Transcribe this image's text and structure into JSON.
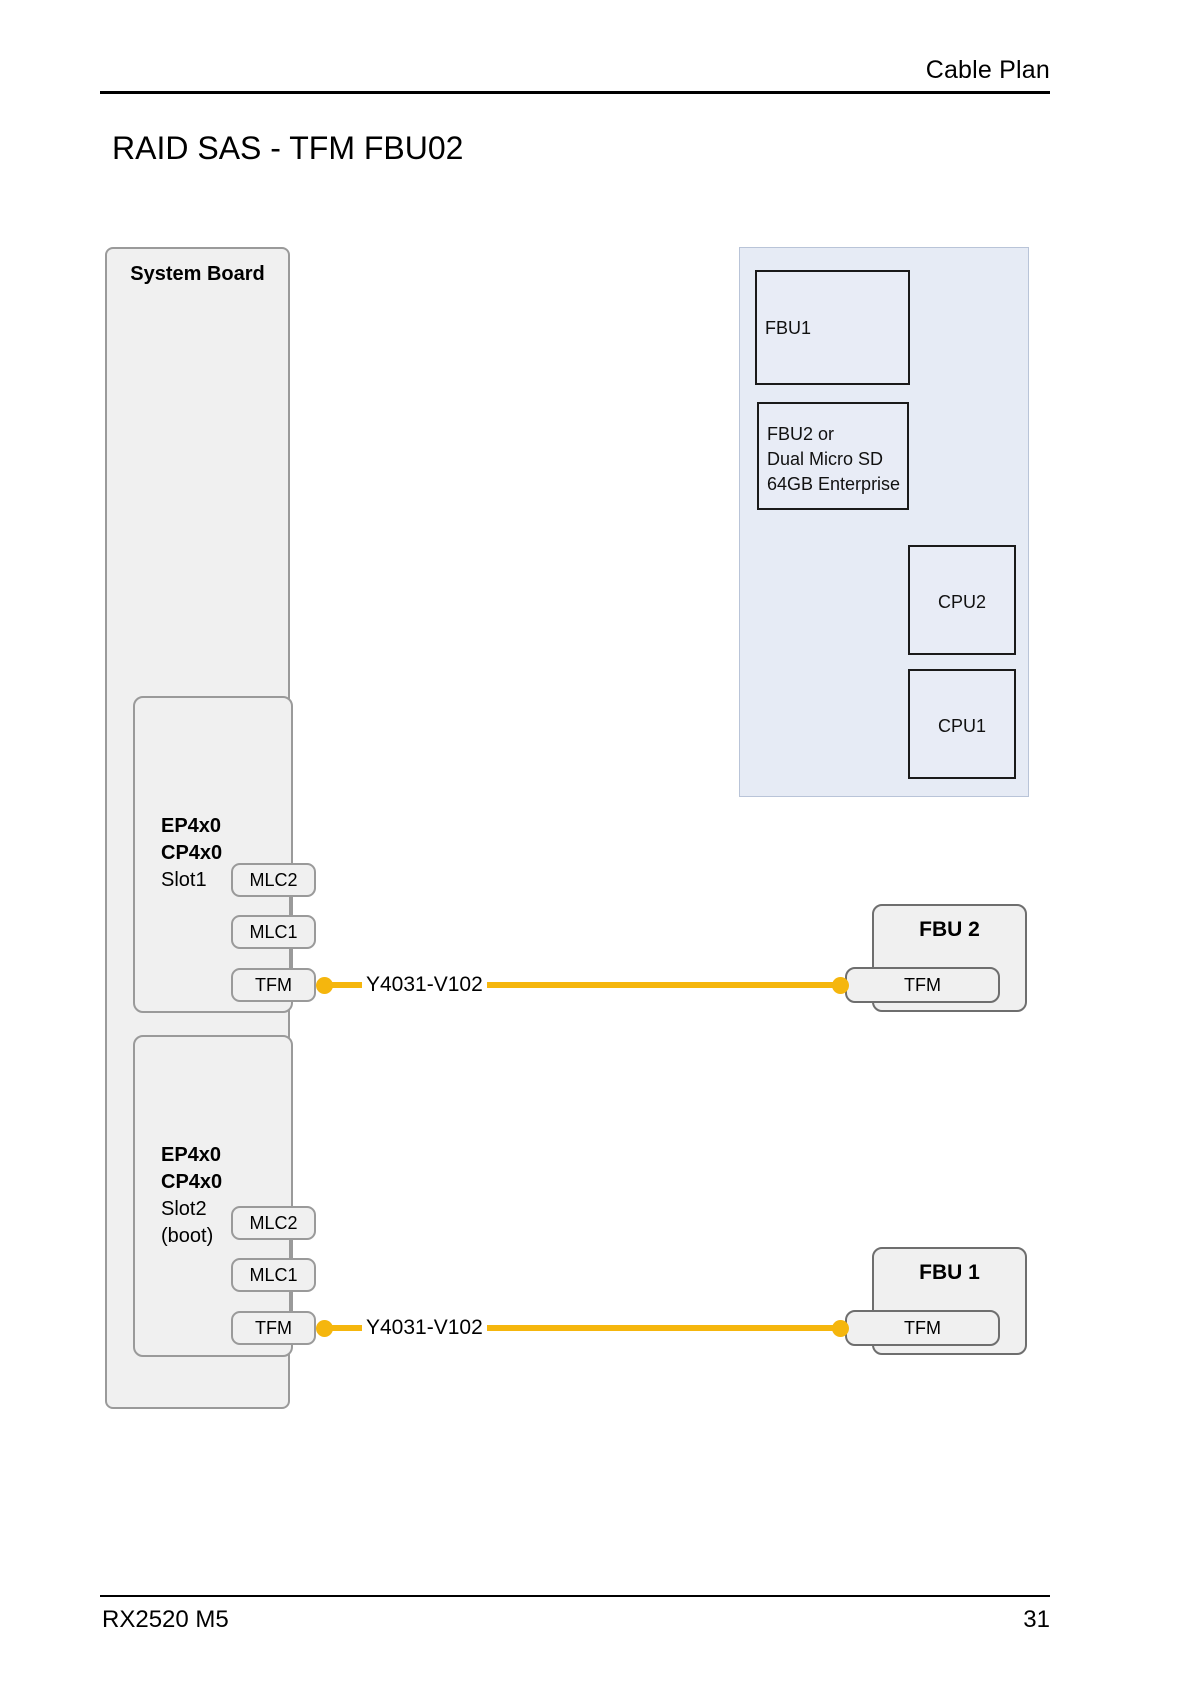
{
  "header": {
    "title": "Cable Plan"
  },
  "page_title": "RAID SAS - TFM FBU02",
  "footer": {
    "left": "RX2520 M5",
    "page_number": "31"
  },
  "system_board": {
    "title": "System Board",
    "slots": [
      {
        "id": "slot1",
        "line1": "EP4x0",
        "line2": "CP4x0",
        "line3": "Slot1",
        "line4": "",
        "ports": [
          "MLC2",
          "MLC1",
          "TFM"
        ]
      },
      {
        "id": "slot2",
        "line1": "EP4x0",
        "line2": "CP4x0",
        "line3": "Slot2",
        "line4": "(boot)",
        "ports": [
          "MLC2",
          "MLC1",
          "TFM"
        ]
      }
    ]
  },
  "enclosure": {
    "boxes": [
      {
        "id": "fbu1-bay",
        "label": "FBU1"
      },
      {
        "id": "fbu2-bay",
        "label": "FBU2 or\nDual Micro SD\n64GB Enterprise"
      },
      {
        "id": "cpu2",
        "label": "CPU2"
      },
      {
        "id": "cpu1",
        "label": "CPU1"
      }
    ]
  },
  "fbu_modules": [
    {
      "id": "fbu-2",
      "title": "FBU 2",
      "port": "TFM"
    },
    {
      "id": "fbu-1",
      "title": "FBU 1",
      "port": "TFM"
    }
  ],
  "cables": [
    {
      "id": "cable-top",
      "label": "Y4031-V102",
      "color": "#f5b60d"
    },
    {
      "id": "cable-bottom",
      "label": "Y4031-V102",
      "color": "#f5b60d"
    }
  ]
}
